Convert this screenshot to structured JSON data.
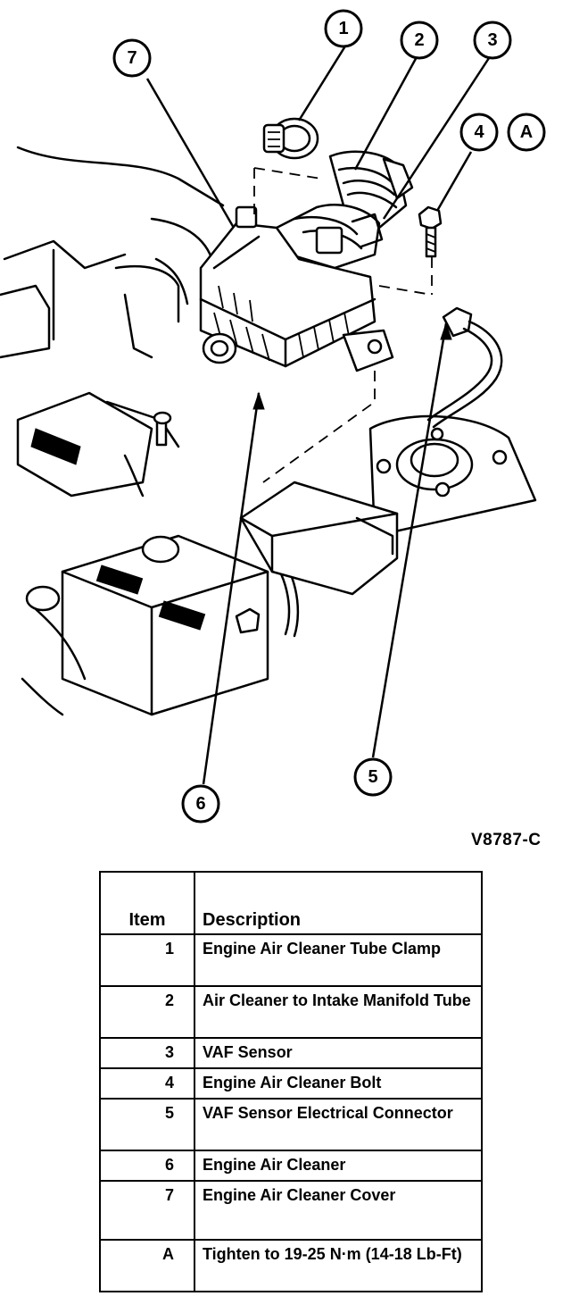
{
  "figure_code": "V8787-C",
  "callouts": [
    {
      "label": "1"
    },
    {
      "label": "2"
    },
    {
      "label": "3"
    },
    {
      "label": "4"
    },
    {
      "label": "A"
    },
    {
      "label": "5"
    },
    {
      "label": "6"
    },
    {
      "label": "7"
    }
  ],
  "legend": {
    "headers": {
      "item": "Item",
      "description": "Description"
    },
    "rows": [
      {
        "item": "1",
        "description": "Engine Air Cleaner Tube Clamp"
      },
      {
        "item": "2",
        "description": "Air Cleaner to Intake Manifold Tube"
      },
      {
        "item": "3",
        "description": "VAF Sensor"
      },
      {
        "item": "4",
        "description": "Engine Air Cleaner Bolt"
      },
      {
        "item": "5",
        "description": "VAF Sensor Electrical Connector"
      },
      {
        "item": "6",
        "description": "Engine Air Cleaner"
      },
      {
        "item": "7",
        "description": "Engine Air Cleaner Cover"
      },
      {
        "item": "A",
        "description": "Tighten to 19-25 N·m (14-18 Lb-Ft)"
      }
    ]
  }
}
